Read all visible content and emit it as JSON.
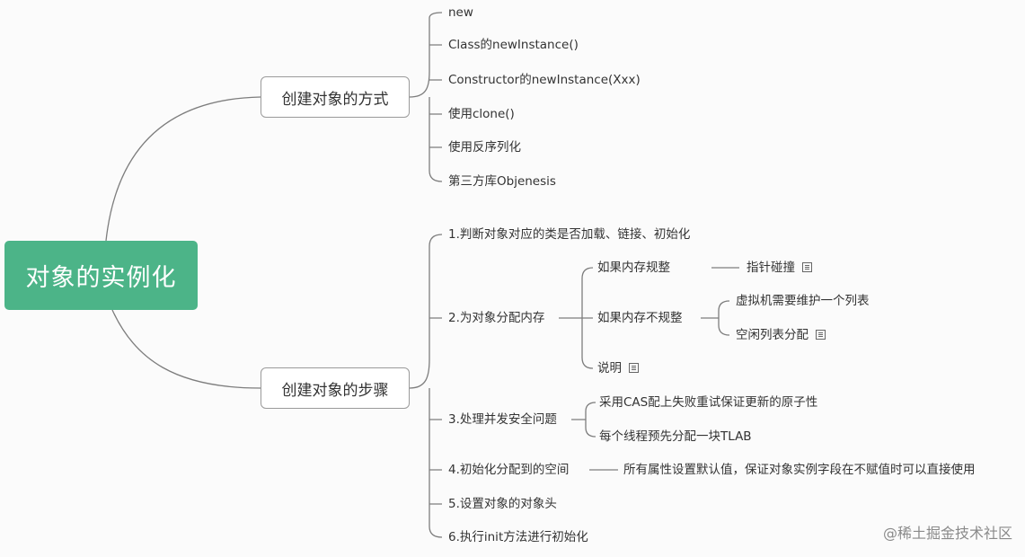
{
  "root": {
    "label": "对象的实例化"
  },
  "ways": {
    "label": "创建对象的方式",
    "items": [
      "new",
      "Class的newInstance()",
      "Constructor的newInstance(Xxx)",
      "使用clone()",
      "使用反序列化",
      "第三方库Objenesis"
    ]
  },
  "steps": {
    "label": "创建对象的步骤",
    "items": [
      "1.判断对象对应的类是否加载、链接、初始化",
      "2.为对象分配内存",
      "3.处理并发安全问题",
      "4.初始化分配到的空间",
      "5.设置对象的对象头",
      "6.执行init方法进行初始化"
    ],
    "memory": {
      "regular": "如果内存规整",
      "regular_method": "指针碰撞",
      "irregular": "如果内存不规整",
      "irregular_children": [
        "虚拟机需要维护一个列表",
        "空闲列表分配"
      ],
      "explain": "说明"
    },
    "concurrency": [
      "采用CAS配上失败重试保证更新的原子性",
      "每个线程预先分配一块TLAB"
    ],
    "init_space": "所有属性设置默认值，保证对象实例字段在不赋值时可以直接使用"
  },
  "watermark": "@稀土掘金技术社区",
  "colors": {
    "root_fill": "#4cb488",
    "line": "#7d7d7d"
  }
}
